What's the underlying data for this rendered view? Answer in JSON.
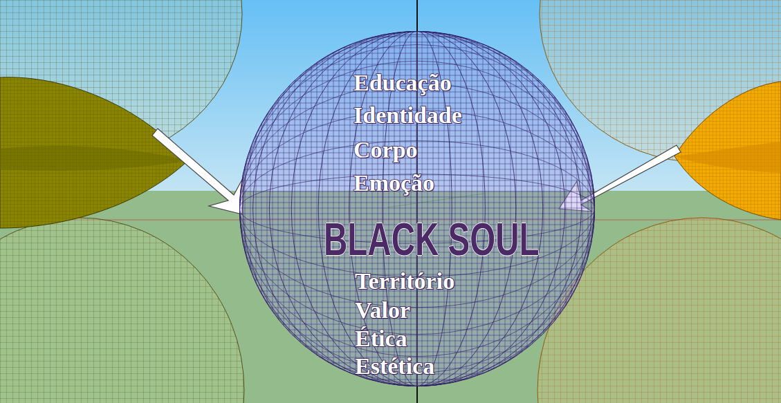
{
  "diagram": {
    "nodes": [
      {
        "text": [
          "Educação",
          "Identidade",
          "Corpo",
          "Emoção",
          "BLACK SOUL",
          "Território",
          "Valor",
          "Ética",
          "Estética"
        ]
      }
    ]
  }
}
